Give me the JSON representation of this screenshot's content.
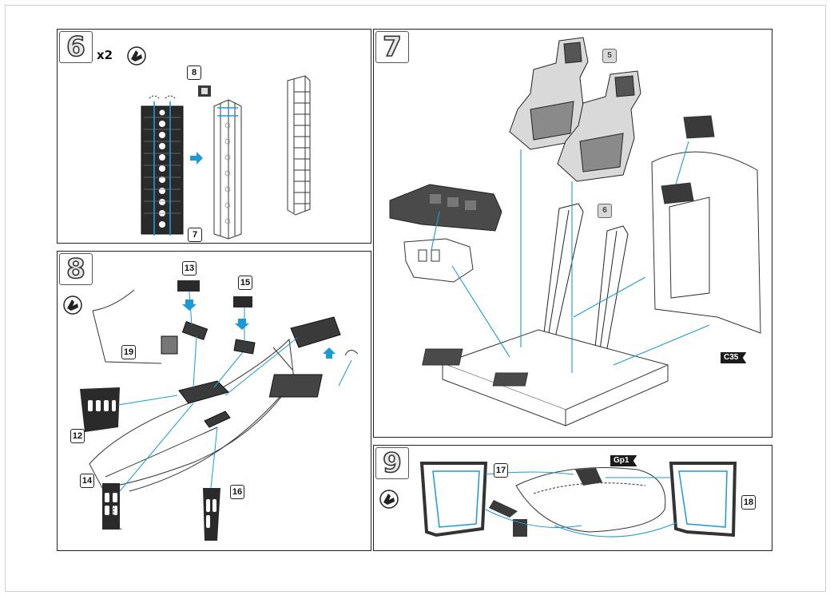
{
  "colors": {
    "accent": "#1c9ad6",
    "ink": "#222222",
    "part_dark": "#2a2a2a",
    "part_gray": "#8c8c8c"
  },
  "steps": [
    {
      "id": "6",
      "multiplier": "x2",
      "has_glue_icon": true
    },
    {
      "id": "7"
    },
    {
      "id": "8",
      "has_glue_icon": true
    },
    {
      "id": "9",
      "has_glue_icon": true
    }
  ],
  "step6": {
    "callouts": [
      "8",
      "7"
    ]
  },
  "step7": {
    "callouts": [
      "5",
      "6"
    ],
    "tag": "C35"
  },
  "step8": {
    "callouts": [
      "13",
      "15",
      "19",
      "12",
      "14",
      "16"
    ]
  },
  "step9": {
    "callouts": [
      "17",
      "18"
    ],
    "tag": "Gp1"
  },
  "icons": [
    "glue-hand-icon",
    "arrow-right-icon",
    "arrow-up-icon",
    "arrow-down-icon",
    "bend-arrow-icon"
  ]
}
